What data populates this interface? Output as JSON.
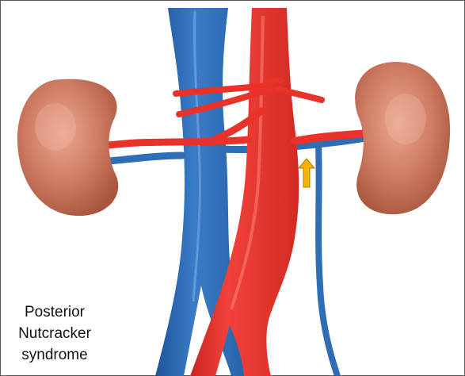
{
  "caption": {
    "line1": "Posterior",
    "line2": "Nutcracker",
    "line3": "syndrome"
  },
  "colors": {
    "artery": "#e8322a",
    "artery_dark": "#b8201c",
    "vein": "#2f6db5",
    "vein_dark": "#1d4f8c",
    "kidney": "#c9735c",
    "kidney_light": "#e7a58f",
    "arrow": "#f5b400"
  },
  "icons": {
    "indicator": "up-arrow-icon"
  }
}
